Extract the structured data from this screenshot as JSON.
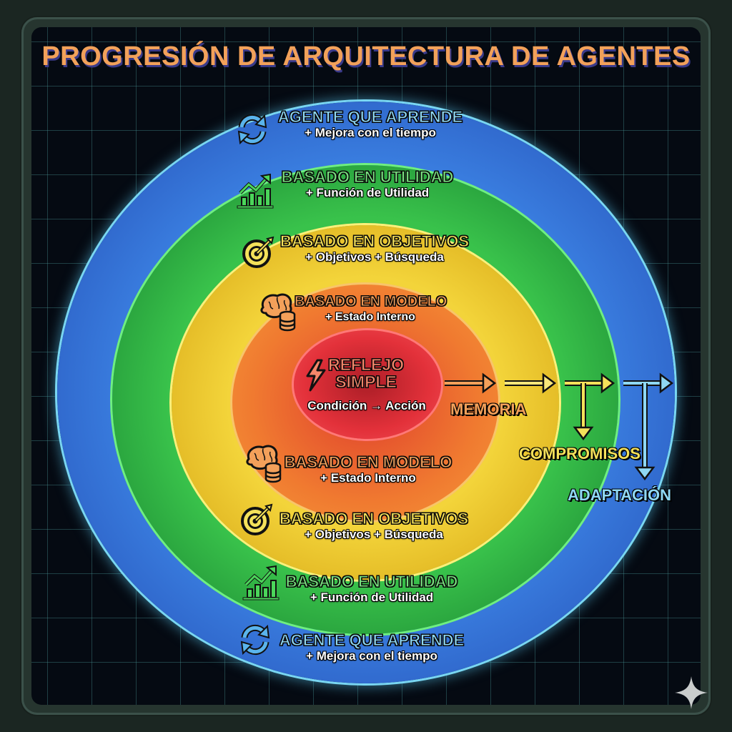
{
  "title": "PROGRESIÓN DE ARQUITECTURA DE AGENTES",
  "rings": [
    {
      "id": "learning",
      "color": "#3a7ee0",
      "top": {
        "title": "AGENTE QUE APRENDE",
        "subtitle": "+ Mejora con el tiempo"
      },
      "bottom": {
        "title": "AGENTE QUE APRENDE",
        "subtitle": "+ Mejora con el tiempo"
      },
      "icon": "refresh-cycle-icon"
    },
    {
      "id": "utility",
      "color": "#39c24b",
      "top": {
        "title": "BASADO EN UTILIDAD",
        "subtitle": "+ Función de Utilidad"
      },
      "bottom": {
        "title": "BASADO EN UTILIDAD",
        "subtitle": "+ Función de Utilidad"
      },
      "icon": "growth-chart-icon"
    },
    {
      "id": "goals",
      "color": "#f3d43a",
      "top": {
        "title": "BASADO EN OBJETIVOS",
        "subtitle": "+ Objetivos + Búsqueda"
      },
      "bottom": {
        "title": "BASADO EN OBJETIVOS",
        "subtitle": "+ Objetivos + Búsqueda"
      },
      "icon": "target-icon"
    },
    {
      "id": "model",
      "color": "#f07a30",
      "top": {
        "title": "BASADO EN MODELO",
        "subtitle": "+ Estado Interno"
      },
      "bottom": {
        "title": "BASADO EN MODELO",
        "subtitle": "+ Estado Interno"
      },
      "icon": "brain-database-icon"
    },
    {
      "id": "reflex",
      "color": "#e3313a",
      "title_line1": "REFLEJO",
      "title_line2": "SIMPLE",
      "subtitle": "Condición → Acción",
      "icon": "lightning-icon"
    }
  ],
  "flow": {
    "memory": "MEMORIA",
    "tradeoffs": "COMPROMISOS",
    "adaptation": "ADAPTACIÓN"
  },
  "colors": {
    "title": "#f2a15a",
    "blue": "#8fd8f4",
    "green": "#79e07f",
    "yellow": "#f4e15a",
    "orange": "#f3a05a",
    "red": "#f5866a"
  }
}
